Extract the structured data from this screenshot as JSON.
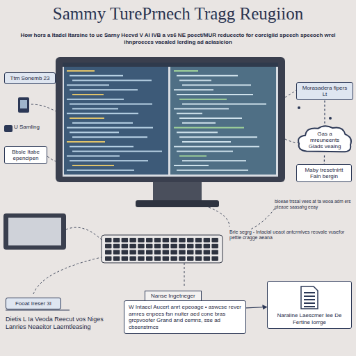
{
  "diagram": {
    "title": "Sammy TurePrnech Tragg Reugiion",
    "nodes": [
      {
        "text": [
          "Ttm Sonemb 23"
        ]
      },
      {
        "text": [
          "Bbsle Itabe epencipen"
        ]
      },
      {
        "text": [
          "Morasadera fipers Lt"
        ]
      },
      {
        "text": [
          "Gas a mreuneents Glads vealng"
        ]
      },
      {
        "text": [
          "Maby tresetnirtt Faln bergin"
        ]
      },
      {
        "text": [
          "Fooat Ireser 3I"
        ]
      },
      {
        "text": [
          "Nanse Ingetneger",
          "W Intaecl Aucert anrt epeoage • aswcse rever arnres enpees fsn nuiter aed cone bras grcpvoofer Grand arıd cemns, sse ad cbsenstrncs"
        ]
      },
      {
        "text": [
          "Naraline Laescmer Iee De Fertine Iorrge"
        ]
      }
    ],
    "edges": [
      {
        "from": 2,
        "to": 3,
        "arrow": "none"
      },
      {
        "from": 3,
        "to": 4,
        "arrow": "none"
      },
      {
        "from": 6,
        "to": 7,
        "arrow": "to"
      }
    ],
    "labels": [
      "How hors a Itadel Itarsine to uc Sarny Hecvd V AI IVB a vs6 NE poect/MUR reducecto for corcigiid speech speeoch wrel ihnproeccs vacaled lerding ad aciasicion",
      "U Samling",
      "bloeae trssal vees at ta wooa adm ers pteaoe saasahg eeay",
      "Brie segrg - Intacial ueaot antcrmives reovale vusefor pettle cragge aeana",
      "Dietis L Ia Veoda Reecut vos Niges Lanries Neaeitor Laerntleasing"
    ]
  }
}
